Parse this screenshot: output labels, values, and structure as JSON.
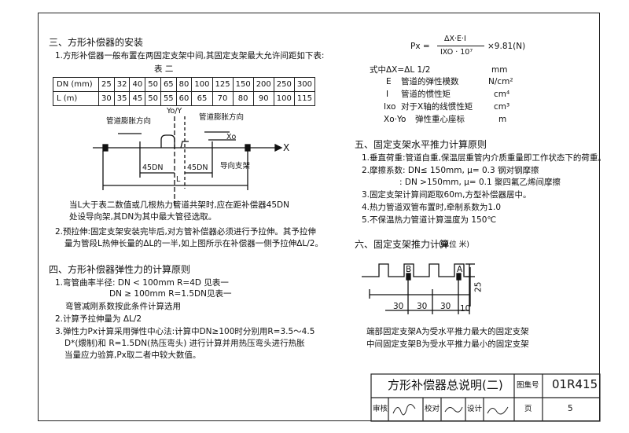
{
  "left": {
    "sec3_title": "三、方形补偿器的安装",
    "sec3_item1": "1.方形补偿器一般布置在两固定支架中间,其固定支架最大允许间距如下表:",
    "table_caption": "表  二",
    "table": {
      "row1_label": "DN  (mm)",
      "row1": [
        "25",
        "32",
        "40",
        "50",
        "65",
        "80",
        "100",
        "125",
        "150",
        "200",
        "250",
        "300"
      ],
      "row2_label": "L    (m)",
      "row2": [
        "30",
        "35",
        "45",
        "50",
        "55",
        "60",
        "65",
        "70",
        "80",
        "90",
        "100",
        "115"
      ]
    },
    "diagram": {
      "pipe_dir_left": "管道膨胀方向",
      "pipe_dir_right": "管道膨胀方向",
      "yoy": "Yo/Y",
      "xo": "Xo",
      "x": "X",
      "dim_45dn_a": "45DN",
      "dim_45dn_b": "45DN",
      "L": "L",
      "guide": "导向支架"
    },
    "note_a": "当L大于表二数值或几根热力管道共架时,应在距补偿器45DN",
    "note_b": "处设导向架,其DN为其中最大管径选取。",
    "item2_a": "2.预拉伸:固定支架安装完毕后,对方管补偿器必须进行予拉伸。其予拉伸",
    "item2_b": "量为管段L热伸长量的ΔL的一半,如上图所示在补偿器一侧予拉伸ΔL/2。",
    "sec4_title": "四、方形补偿器弹性力的计算原则",
    "sec4_item1": "1.弯管曲率半径:  DN < 100mm   R=4D  见表一",
    "sec4_item1b": "DN ≥ 100mm   R=1.5DN见表一",
    "sec4_note": "弯管减刚系数按此条件计算选用",
    "sec4_item2": "2.计算予拉伸量为 ΔL/2",
    "sec4_item3a": "3.弹性力Px计算采用弹性中心法:计算中DN≥100时分别用R=3.5～4.5",
    "sec4_item3b": "D*(煨制)和 R=1.5DN(热压弯头) 进行计算并用热压弯头进行热胀",
    "sec4_item3c": "当量应力验算,Px取二者中较大数值。"
  },
  "right": {
    "formula_lhs": "Px  =",
    "formula_num": "ΔX·E·I",
    "formula_den": "IXO · 10⁷",
    "formula_tail": "×9.81(N)",
    "def_title": "式中ΔX=ΔL   1/2",
    "defs": [
      {
        "sym": "E",
        "desc": "管道的弹性模数",
        "unit": "N/cm²"
      },
      {
        "sym": "I",
        "desc": "管道的惯性矩",
        "unit": "cm⁴"
      },
      {
        "sym": "Ixo",
        "desc": "对于X轴的线惯性矩",
        "unit": "cm³"
      },
      {
        "sym": "Xo·Yo",
        "desc": "弹性重心座标",
        "unit": "m"
      }
    ],
    "sec5_title": "五、固定支架水平推力计算原则",
    "sec5_items": [
      "1.垂直荷重:管道自重,保温层重管内介质重量即工作状态下的荷重。",
      "2.摩擦系数: DN≤ 150mm, μ= 0.3 钢对钢摩擦",
      ": DN >150mm, μ= 0.1  聚四氟乙烯间摩擦",
      "3.固定支架计算间距取60m,方型补偿器居中。",
      "4.热力管道双管布置时,牵制系数为1.0",
      "5.不保温热力管道计算温度为 150℃"
    ],
    "sec6_title": "六、固定支架推力计算:",
    "sec6_unit": "(单位 米)",
    "fig": {
      "A": "A",
      "B": "B",
      "d1": "30",
      "d2": "30",
      "d3": "30",
      "d4": "10",
      "h": "25"
    },
    "cap1": "端部固定支架A为受水平推力最大的固定支架",
    "cap2": "中间固定支架B为受水平推力最小的固定支架"
  },
  "titleblock": {
    "title": "方形补偿器总说明(二)",
    "atlas_label": "图集号",
    "atlas_no": "01R415",
    "review": "审核",
    "check": "校对",
    "design": "设计",
    "page_label": "页",
    "page_no": "5"
  },
  "colors": {
    "ink": "#111111",
    "frame": "#222222"
  }
}
